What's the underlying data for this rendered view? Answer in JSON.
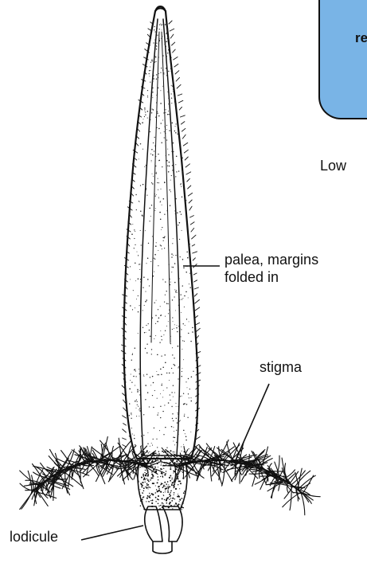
{
  "labels": {
    "palea_line1": "palea, margins",
    "palea_line2": "folded in",
    "stigma": "stigma",
    "lodicule": "lodicule"
  },
  "inset": {
    "partial_text": "re",
    "caption_partial": "Low",
    "fill_color": "#79b4e6"
  },
  "colors": {
    "ink": "#111111",
    "background": "#ffffff"
  }
}
